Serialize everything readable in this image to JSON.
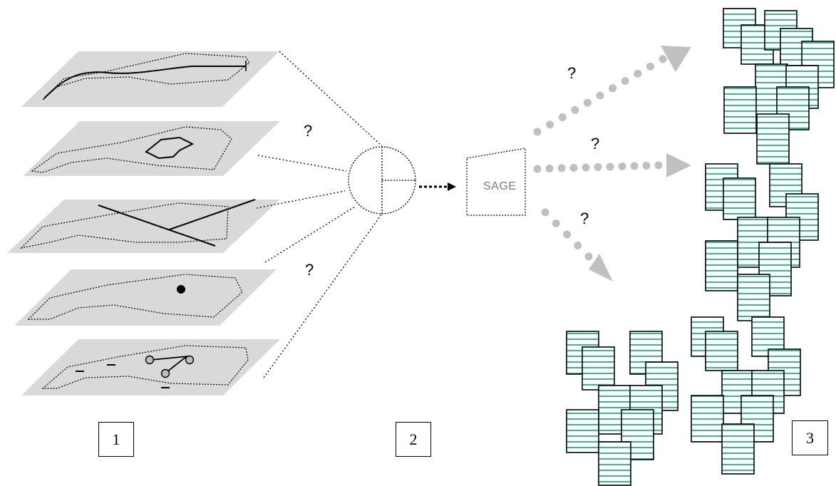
{
  "labels": {
    "box1": "1",
    "box2": "2",
    "box3": "3",
    "sage": "SAGE",
    "q_top_layers": "?",
    "q_bottom_layers": "?",
    "q_arrow_upper": "?",
    "q_arrow_middle": "?",
    "q_arrow_lower": "?"
  },
  "layers": [
    {
      "name": "line-feature-layer",
      "feature": "polyline"
    },
    {
      "name": "polygon-feature-layer",
      "feature": "polygon"
    },
    {
      "name": "crossing-lines-layer",
      "feature": "lines"
    },
    {
      "name": "point-feature-layer",
      "feature": "point"
    },
    {
      "name": "network-feature-layer",
      "feature": "nodes-and-links"
    }
  ],
  "colors": {
    "layer_fill": "#d9d9d9",
    "arrow_dots": "#c0c0c0",
    "doc_fill": "#ffffff",
    "doc_stripe": "#3cb88f",
    "outline": "#000000",
    "sage_text": "#7a7a7a"
  }
}
